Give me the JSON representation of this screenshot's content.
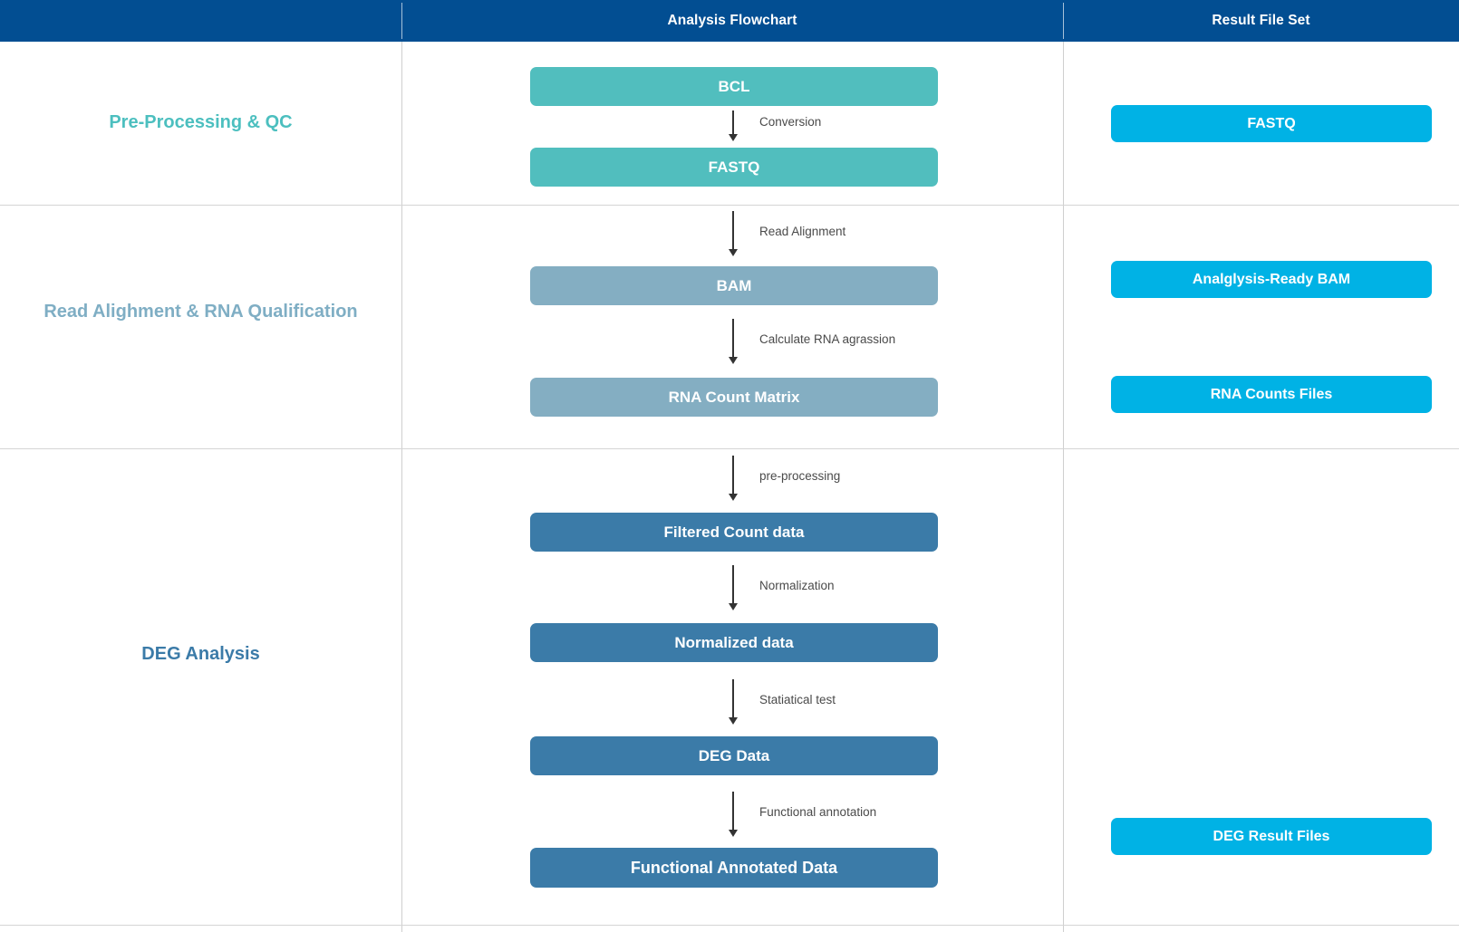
{
  "header": {
    "columns": [
      {
        "label": ""
      },
      {
        "label": "Analysis Flowchart"
      },
      {
        "label": "Result File Set"
      }
    ]
  },
  "colors": {
    "header_blue": "#024E92",
    "teal": "#51BEBE",
    "steel_blue": "#84AEC2",
    "deep_blue": "#3B7BA8",
    "result_cyan": "#00B2E5",
    "divider_gray": "#d5d5d5",
    "arrow_gray": "#333333",
    "arrow_label_gray": "#4a4a4a"
  },
  "sections": [
    {
      "label": "Pre-Processing & QC",
      "label_color": "#4CBFBF",
      "boxes": [
        {
          "label": "BCL"
        },
        {
          "label": "FASTQ"
        }
      ],
      "arrows": [
        {
          "label": "Conversion"
        }
      ],
      "results": [
        {
          "label": "FASTQ"
        }
      ]
    },
    {
      "label": "Read Alighment & RNA Qualification",
      "label_color": "#7FAEC4",
      "boxes": [
        {
          "label": "BAM"
        },
        {
          "label": "RNA Count Matrix"
        }
      ],
      "arrows": [
        {
          "label": "Read Alignment"
        },
        {
          "label": "Calculate RNA agrassion"
        }
      ],
      "results": [
        {
          "label": "Analglysis-Ready BAM"
        },
        {
          "label": "RNA Counts Files"
        }
      ]
    },
    {
      "label": "DEG Analysis",
      "label_color": "#3B7BA8",
      "boxes": [
        {
          "label": "Filtered Count data"
        },
        {
          "label": "Normalized data"
        },
        {
          "label": "DEG Data"
        },
        {
          "label": "Functional Annotated Data"
        }
      ],
      "arrows": [
        {
          "label": "pre-processing"
        },
        {
          "label": "Normalization"
        },
        {
          "label": "Statiatical test"
        },
        {
          "label": "Functional annotation"
        }
      ],
      "results": [
        {
          "label": "DEG Result Files"
        }
      ]
    }
  ]
}
